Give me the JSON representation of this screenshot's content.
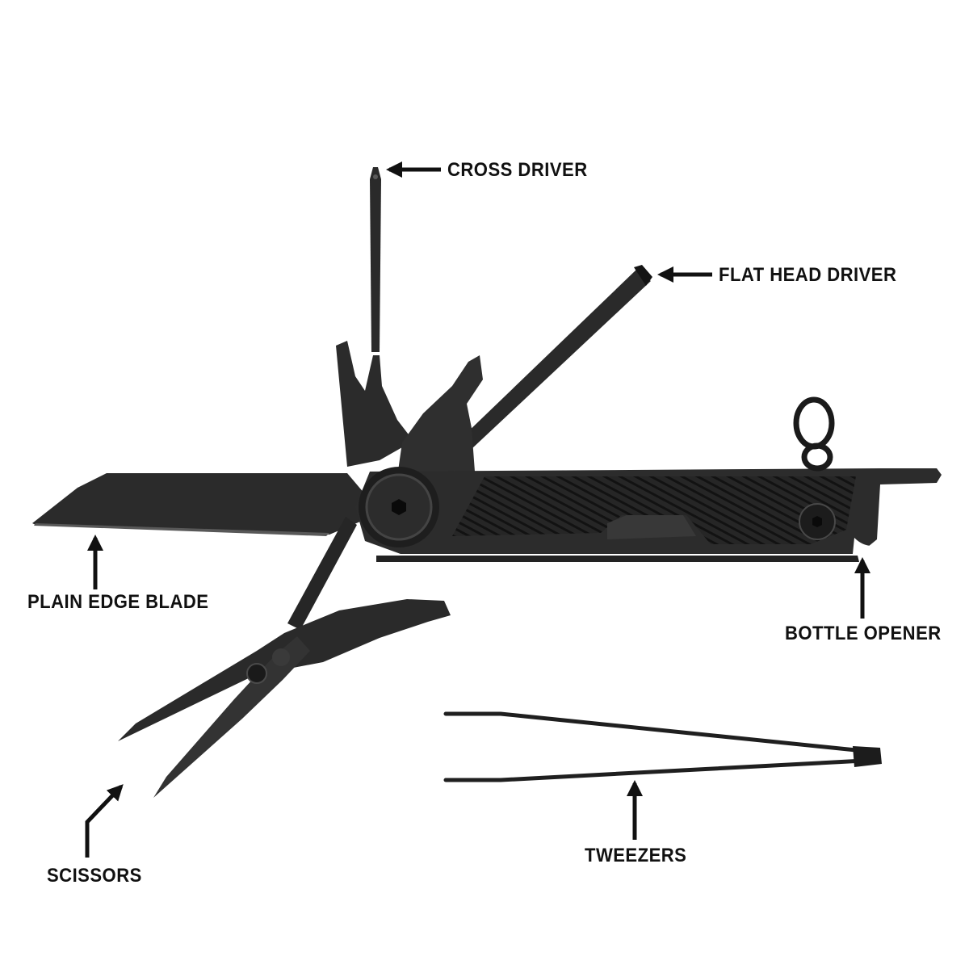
{
  "labels": {
    "cross_driver": "CROSS DRIVER",
    "flat_head_driver": "FLAT HEAD DRIVER",
    "plain_edge_blade": "PLAIN EDGE BLADE",
    "bottle_opener": "BOTTLE OPENER",
    "scissors": "SCISSORS",
    "tweezers": "TWEEZERS"
  },
  "colors": {
    "background": "#ffffff",
    "tool_body": "#2a2a2a",
    "tool_dark": "#161616",
    "text": "#111111",
    "arrow": "#111111"
  }
}
